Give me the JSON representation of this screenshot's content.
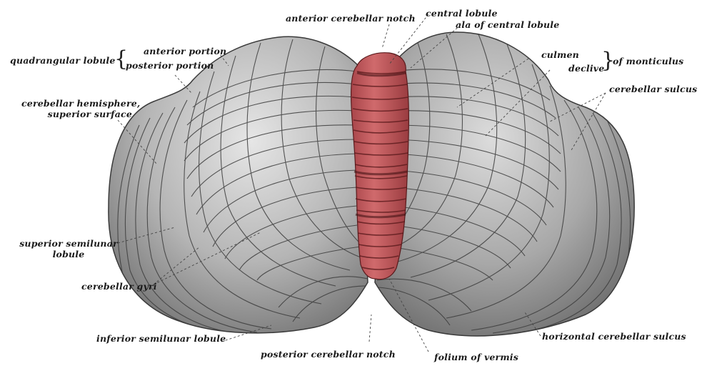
{
  "figure": {
    "subject": "Cerebellum, superior surface",
    "colors": {
      "background": "#ffffff",
      "hemisphere_fill": "#b8b8b8",
      "hemisphere_shade": "#7a7a7a",
      "gyri_line": "#3a3a3a",
      "vermis_fill": "#c9575a",
      "vermis_dark": "#5a1a1c",
      "label_text": "#1a1a1a"
    }
  },
  "labels": {
    "anterior_cerebellar_notch": "anterior cerebellar notch",
    "central_lobule": "central lobule",
    "ala_of_central_lobule": "ala of central lobule",
    "quadrangular_lobule": "quadrangular lobule",
    "anterior_portion": "anterior portion",
    "posterior_portion": "posterior portion",
    "culmen": "culmen",
    "declive": "declive",
    "of_monticulus": "of monticulus",
    "cerebellar_sulcus": "cerebellar sulcus",
    "cerebellar_hemisphere_line1": "cerebellar hemisphere,",
    "cerebellar_hemisphere_line2": "superior surface",
    "superior_semilunar_line1": "superior semilunar",
    "superior_semilunar_line2": "lobule",
    "cerebellar_gyri": "cerebellar gyri",
    "inferior_semilunar_lobule": "inferior semilunar lobule",
    "posterior_cerebellar_notch": "posterior cerebellar notch",
    "folium_of_vermis": "folium of vermis",
    "horizontal_cerebellar_sulcus": "horizontal cerebellar sulcus"
  },
  "braces": {
    "left": "{",
    "right": "}"
  }
}
